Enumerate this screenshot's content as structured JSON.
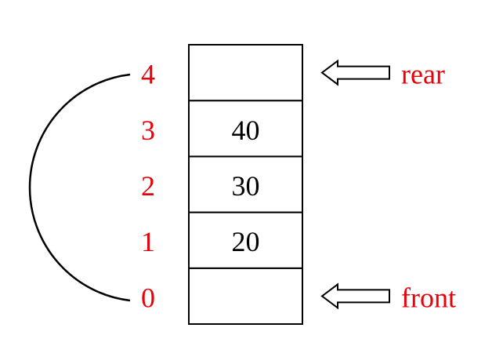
{
  "colors": {
    "accent": "#e8000b",
    "line": "#000000",
    "cell_fill": "#ffffff"
  },
  "queue": {
    "slots": [
      {
        "index": "0",
        "value": ""
      },
      {
        "index": "1",
        "value": "20"
      },
      {
        "index": "2",
        "value": "30"
      },
      {
        "index": "3",
        "value": "40"
      },
      {
        "index": "4",
        "value": ""
      }
    ]
  },
  "pointers": {
    "rear": {
      "label": "rear",
      "slot": 4
    },
    "front": {
      "label": "front",
      "slot": 0
    }
  },
  "icons": {
    "pointer_arrow": "left-hollow-arrow-icon",
    "wrap_arc": "wrap-around-arc-icon"
  }
}
